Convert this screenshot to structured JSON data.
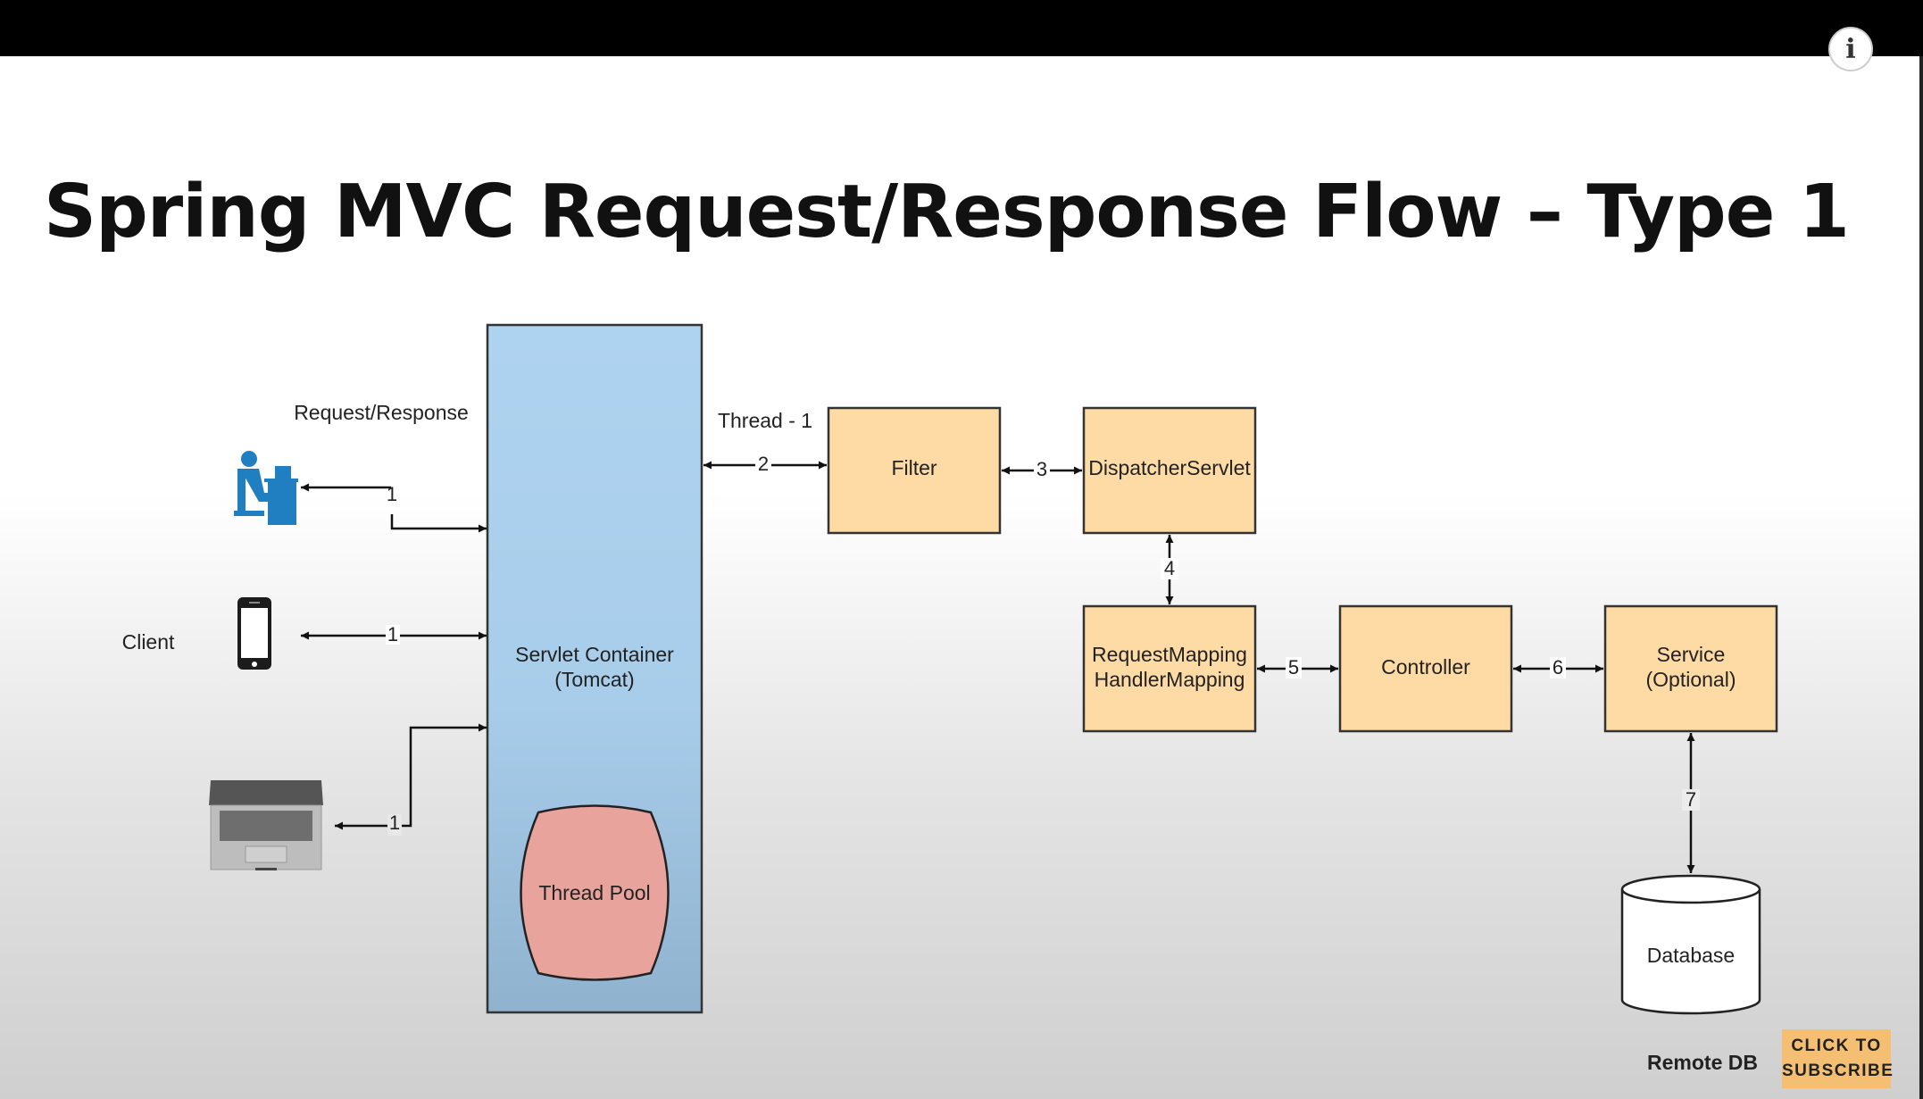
{
  "title": "Spring MVC Request/Response Flow – Type 1",
  "icons": {
    "info": "info-icon",
    "desktop_user": "desktop-user-icon",
    "mobile": "mobile-phone-icon",
    "laptop": "laptop-icon"
  },
  "info_label": "i",
  "diagram": {
    "request_response_label": "Request/Response",
    "client_label": "Client",
    "thread_label": "Thread - 1",
    "servlet_container": {
      "line1": "Servlet Container",
      "line2": "(Tomcat)"
    },
    "thread_pool": "Thread Pool",
    "filter": "Filter",
    "dispatcher": "DispatcherServlet",
    "handler_mapping": {
      "line1": "RequestMapping",
      "line2": "HandlerMapping"
    },
    "controller": "Controller",
    "service": {
      "line1": "Service",
      "line2": "(Optional)"
    },
    "database": "Database",
    "remote_db": "Remote DB",
    "step_numbers": {
      "desktop": "1",
      "mobile": "1",
      "laptop": "1",
      "container_filter": "2",
      "filter_dispatcher": "3",
      "dispatcher_mapping": "4",
      "mapping_controller": "5",
      "controller_service": "6",
      "service_database": "7"
    }
  },
  "colors": {
    "component_fill": "#fedba5",
    "container_top": "#aed3f0",
    "container_bottom": "#8fb3cf",
    "thread_pool": "#e8a49c",
    "badge": "#f4bf73"
  },
  "subscribe_badge": {
    "line1": "CLICK TO",
    "line2": "SUBSCRIBE"
  }
}
